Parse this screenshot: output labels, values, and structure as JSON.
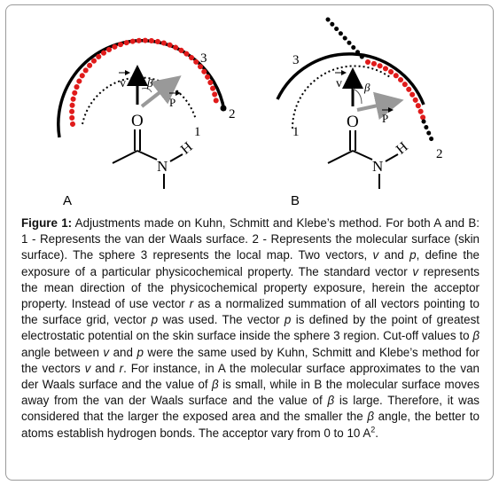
{
  "figure": {
    "panel_a": {
      "label": "A",
      "num_surface": "1",
      "num_molecular": "2",
      "num_sphere": "3",
      "vec_v": "v",
      "vec_p": "P",
      "angle": "β",
      "atom_o": "O",
      "atom_n": "N",
      "atom_h": "H",
      "colors": {
        "skin": "#e01b1b",
        "outline": "#000000",
        "vector_p": "#999999"
      }
    },
    "panel_b": {
      "label": "B",
      "num_surface": "1",
      "num_molecular": "2",
      "num_sphere": "3",
      "vec_v": "v",
      "vec_p": "P",
      "angle": "β",
      "atom_o": "O",
      "atom_n": "N",
      "atom_h": "H",
      "colors": {
        "skin": "#e01b1b",
        "outline": "#000000",
        "vector_p": "#999999"
      }
    }
  },
  "caption": {
    "label": "Figure 1:",
    "text_1": " Adjustments made on Kuhn, Schmitt and Klebe’s method. For both A and B: 1 - Represents the van der Waals surface. 2 - Represents the molecular surface (skin surface). The sphere 3 represents the local map. Two vectors, ",
    "v1": "v",
    "text_2": " and ",
    "p1": "p",
    "text_3": ", define the exposure of a particular physicochemical property. The standard vector ",
    "v2": "v",
    "text_4": " represents the mean direction of the physicochemical property exposure, herein the acceptor property. Instead of use vector ",
    "r1": "r",
    "text_5": " as a normalized summation of all vectors pointing to the surface grid, vector ",
    "p2": "p",
    "text_6": " was used. The vector ",
    "p3": "p",
    "text_7": " is defined by the point of greatest electrostatic potential on the skin surface inside the sphere 3 region. Cut-off values to ",
    "beta1": "β",
    "text_8": " angle between ",
    "v3": "v",
    "text_9": " and ",
    "p4": "p",
    "text_10": " were the same used by Kuhn, Schmitt and Klebe’s method for the vectors ",
    "v4": "v",
    "text_11": " and ",
    "r2": "r",
    "text_12": ". For instance, in A the molecular surface approximates to the van der Waals surface and the value of ",
    "beta2": "β",
    "text_13": " is small, while in B the molecular surface moves away from the van der Waals surface and the value of ",
    "beta3": "β",
    "text_14": " is large. Therefore, it was considered that the larger the exposed area and the smaller the ",
    "beta4": "β",
    "text_15": " angle, the better to atoms establish hydrogen bonds. The acceptor vary from 0 to 10 A",
    "sup": "2",
    "text_16": "."
  }
}
